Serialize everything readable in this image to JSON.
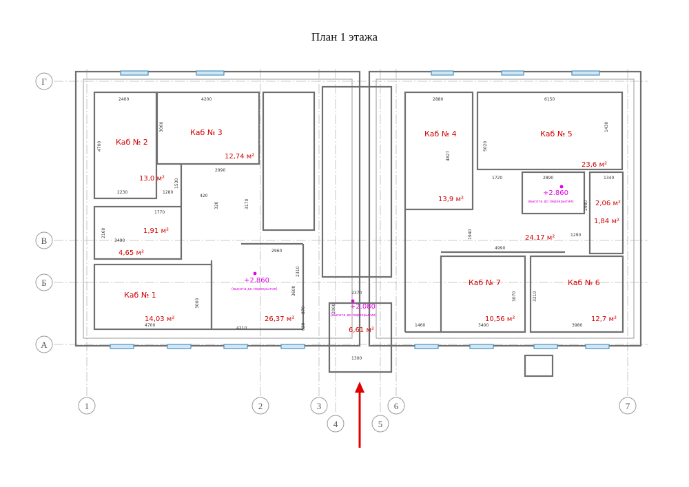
{
  "title": "План 1 этажа",
  "axes": {
    "horizontal": [
      "Г",
      "В",
      "Б",
      "А"
    ],
    "vertical": [
      "1",
      "2",
      "3",
      "4",
      "5",
      "6",
      "7"
    ]
  },
  "rooms": [
    {
      "name": "Каб № 2",
      "area": "13,0 м²"
    },
    {
      "name": "Каб № 3",
      "area": "12,74 м²"
    },
    {
      "name": "Каб № 4",
      "area": "13,9 м²"
    },
    {
      "name": "Каб № 5",
      "area": "23,6 м²"
    },
    {
      "name": "Каб № 1",
      "area": "14,03 м²"
    },
    {
      "name": "Каб № 7",
      "area": "10,56 м²"
    },
    {
      "name": "Каб № 6",
      "area": "12,7 м²"
    }
  ],
  "unnamed_areas": [
    "1,91 м²",
    "4,65 м²",
    "26,37 м²",
    "6,61 м²",
    "2,06 м²",
    "1,84 м²",
    "24,17 м²"
  ],
  "levels": [
    {
      "value": "+2.860",
      "note": "(высота до перекрытия)"
    },
    {
      "value": "+2.860",
      "note": "(высота до перекрытия)"
    },
    {
      "value": "+2.080",
      "note": "(высота до перекрытия)"
    }
  ],
  "dimensions": [
    "2400",
    "4200",
    "2880",
    "6150",
    "4700",
    "3060",
    "5020",
    "1430",
    "4827",
    "2990",
    "1720",
    "2890",
    "1340",
    "2230",
    "1280",
    "1530",
    "3170",
    "1770",
    "2160",
    "3490",
    "2960",
    "1940",
    "2980",
    "1290",
    "4990",
    "2370",
    "2310",
    "3600",
    "870",
    "3000",
    "3210",
    "3070",
    "4700",
    "4210",
    "3400",
    "3980",
    "1460",
    "1300",
    "620",
    "2060",
    "420",
    "320"
  ],
  "entrance_arrow_color": "#e00000",
  "colors": {
    "room_label": "#d20000",
    "level_mark": "#e000e0",
    "wall": "#6f6f6f"
  }
}
